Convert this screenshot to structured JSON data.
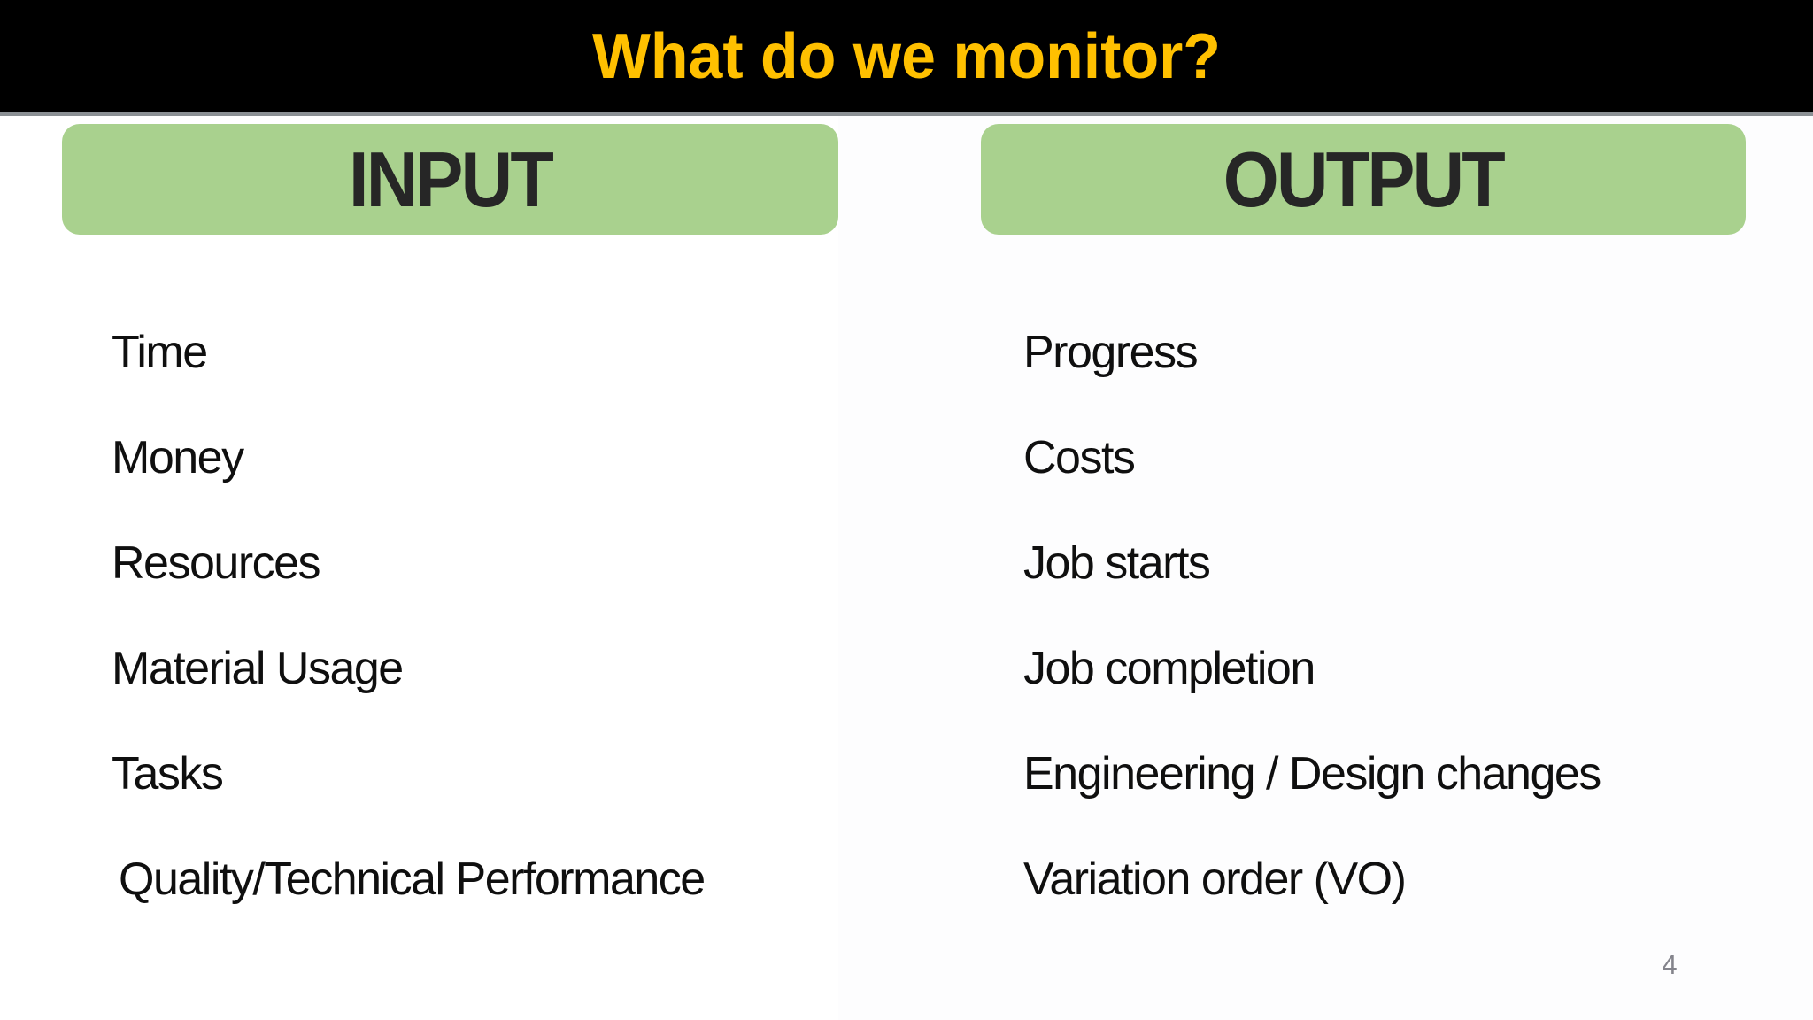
{
  "title": "What do we monitor?",
  "page_number": "4",
  "columns": [
    {
      "header": "INPUT",
      "items": [
        "Time",
        "Money",
        "Resources",
        "Material Usage",
        "Tasks",
        "Quality/Technical Performance"
      ]
    },
    {
      "header": "OUTPUT",
      "items": [
        "Progress",
        "Costs",
        "Job starts",
        "Job completion",
        "Engineering / Design changes",
        "Variation order (VO)"
      ]
    }
  ],
  "colors": {
    "banner_background": "#000000",
    "banner_rule": "#8b9094",
    "title_text": "#FFC000",
    "header_box_fill": "#A9D18E",
    "header_text": "#262626",
    "body_text": "#0f0f0f",
    "page_number_text": "#84848c"
  }
}
